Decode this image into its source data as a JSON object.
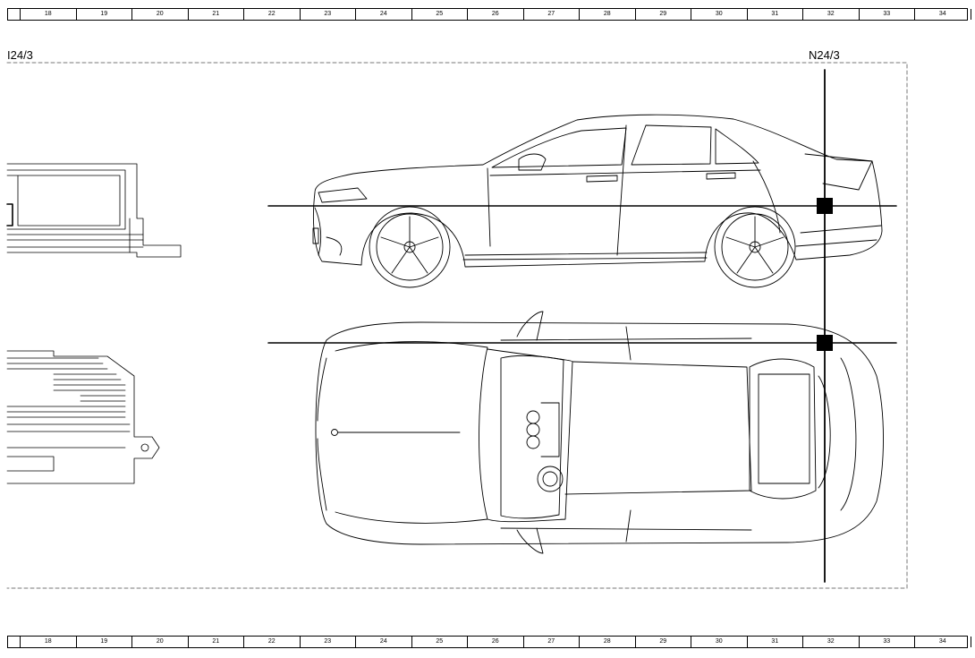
{
  "ruler": {
    "cells": [
      "18",
      "19",
      "20",
      "21",
      "22",
      "23",
      "24",
      "25",
      "26",
      "27",
      "28",
      "29",
      "30",
      "31",
      "32",
      "33",
      "34"
    ]
  },
  "labels": {
    "left_component": "I24/3",
    "right_component": "N24/3"
  },
  "icons": {
    "side_view": "car-side-view-icon",
    "top_view": "car-top-view-icon",
    "component": "control-unit-icon"
  }
}
